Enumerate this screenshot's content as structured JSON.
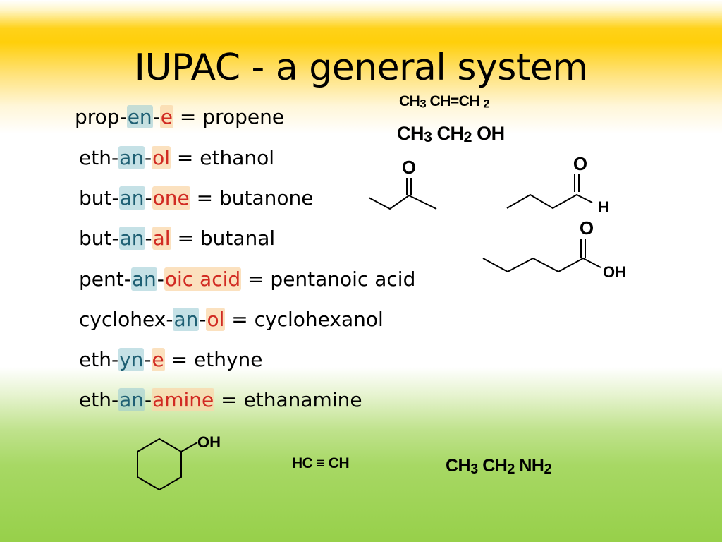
{
  "slide": {
    "title": "IUPAC - a general system"
  },
  "rules": [
    {
      "stem": "prop-",
      "infix": "en",
      "sep": "-",
      "suffix": "e",
      "result": " = propene"
    },
    {
      "stem": "eth-",
      "infix": "an",
      "sep": "-",
      "suffix": "ol",
      "result": " = ethanol"
    },
    {
      "stem": "but-",
      "infix": "an",
      "sep": "-",
      "suffix": "one",
      "result": " = butanone"
    },
    {
      "stem": "but-",
      "infix": "an",
      "sep": "-",
      "suffix": "al",
      "result": " = butanal"
    },
    {
      "stem": "pent-",
      "infix": "an",
      "sep": "-",
      "suffix": "oic acid",
      "result": " = pentanoic acid"
    },
    {
      "stem": "cyclohex-",
      "infix": "an",
      "sep": "-",
      "suffix": "ol",
      "result": " = cyclohexanol"
    },
    {
      "stem": "eth-",
      "infix": "yn",
      "sep": "-",
      "suffix": "e",
      "result": " = ethyne"
    },
    {
      "stem": "eth-",
      "infix": "an",
      "sep": "-",
      "suffix": "amine",
      "result": " = ethanamine"
    }
  ],
  "formulas": {
    "propene": {
      "a": "CH",
      "a_sub": "3",
      "b": "CH=CH",
      "b_sub": "2"
    },
    "ethanol": {
      "a": "CH",
      "a_sub": "3",
      "b": "CH",
      "b_sub": "2",
      "c": "OH"
    },
    "ethyne": {
      "a": "HC",
      "bond": "≡",
      "b": "CH"
    },
    "ethanamine": {
      "a": "CH",
      "a_sub": "3",
      "b": "CH",
      "b_sub": "2",
      "c": "NH",
      "c_sub": "2"
    }
  },
  "structures": {
    "butanone": {
      "o": "O"
    },
    "butanal": {
      "o": "O",
      "h": "H"
    },
    "pentanoic_acid": {
      "o": "O",
      "oh": "OH"
    },
    "cyclohexanol": {
      "oh": "OH"
    }
  },
  "colors": {
    "infix": "#1e5f73",
    "suffix": "#d12a22",
    "header_yellow": "#ffd21a",
    "footer_green": "#97d04a"
  }
}
